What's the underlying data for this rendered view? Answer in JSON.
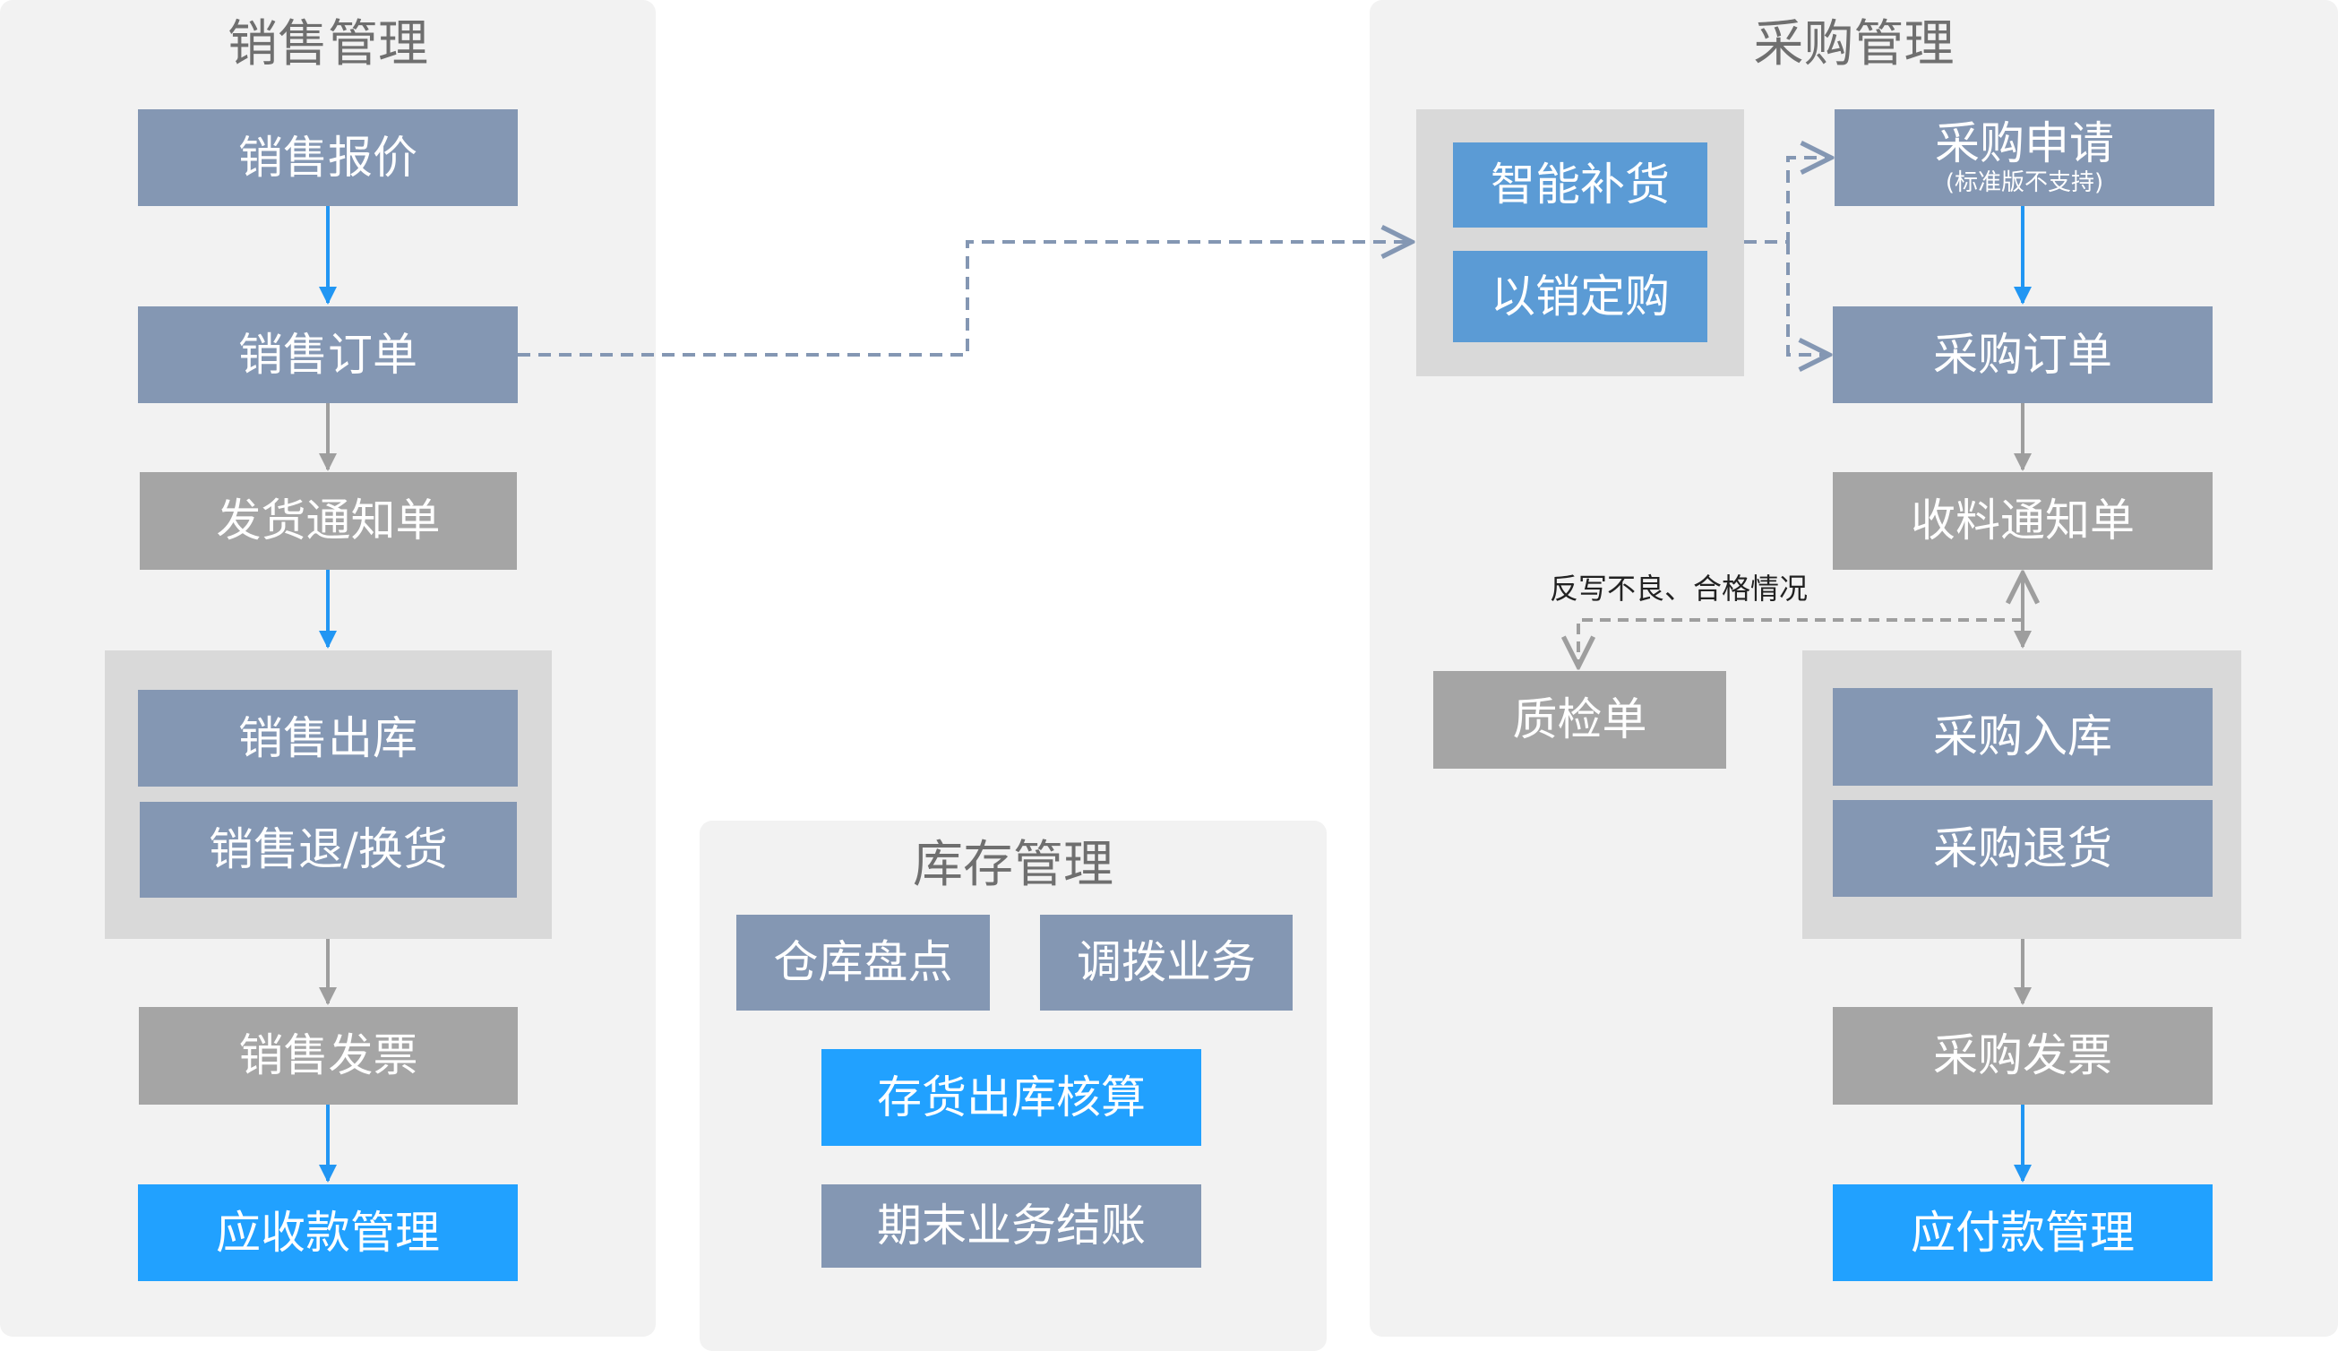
{
  "sales": {
    "title": "销售管理",
    "quote": "销售报价",
    "order": "销售订单",
    "delivery_notice": "发货通知单",
    "outbound": "销售出库",
    "return_exchange": "销售退/换货",
    "invoice": "销售发票",
    "receivable": "应收款管理"
  },
  "inventory": {
    "title": "库存管理",
    "stocktake": "仓库盘点",
    "transfer": "调拨业务",
    "costing": "存货出库核算",
    "period_close": "期末业务结账"
  },
  "purchase": {
    "title": "采购管理",
    "smart_replenish": "智能补货",
    "sales_driven": "以销定购",
    "request": "采购申请",
    "request_note": "(标准版不支持)",
    "order": "采购订单",
    "receipt_notice": "收料通知单",
    "feedback_note": "反写不良、合格情况",
    "inspection": "质检单",
    "inbound": "采购入库",
    "return": "采购退货",
    "invoice": "采购发票",
    "payable": "应付款管理"
  },
  "colors": {
    "panel": "#f2f2f2",
    "group": "#d9d9d9",
    "slate_box": "#8497b3",
    "gray_box": "#a5a5a5",
    "blue_box": "#5b9bd5",
    "cyan_box": "#21a1ff",
    "blue_arrow": "#2196f3",
    "gray_arrow": "#9e9e9e",
    "dashed_arrow": "#8497b3"
  }
}
